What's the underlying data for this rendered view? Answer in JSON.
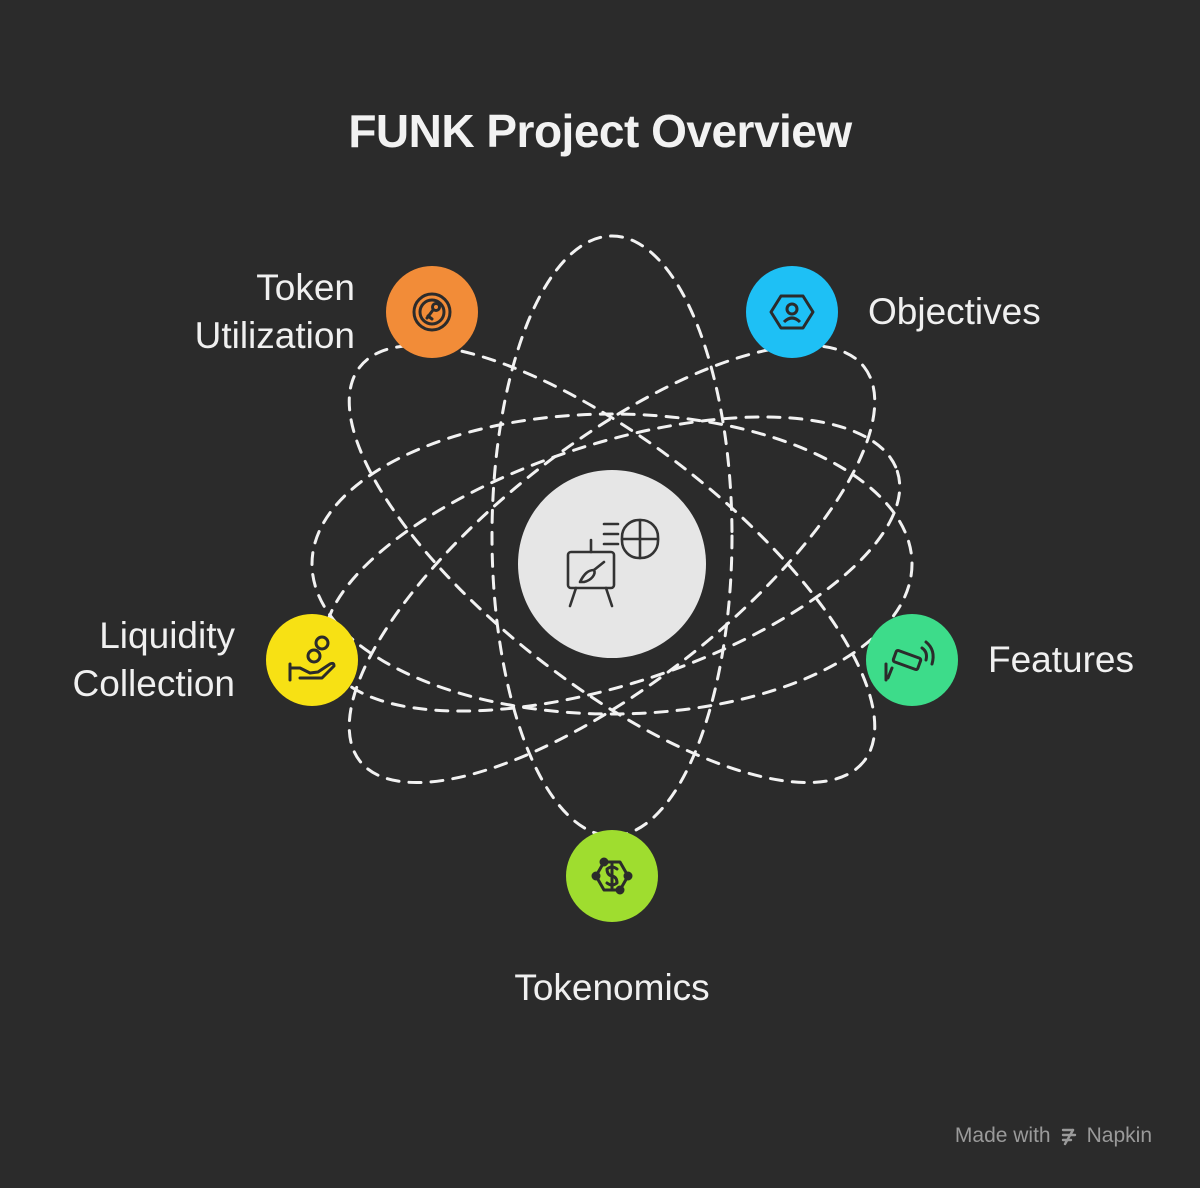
{
  "title": "FUNK Project Overview",
  "center": {
    "icon": "easel-paintbrush-and-mouse-icon",
    "color": "#e6e6e6"
  },
  "nodes": [
    {
      "id": "token-utilization",
      "lines": [
        "Token",
        "Utilization"
      ],
      "color": "#f28c38",
      "icon": "coin-key-icon"
    },
    {
      "id": "objectives",
      "lines": [
        "Objectives"
      ],
      "color": "#1ec0f5",
      "icon": "hexagon-user-icon"
    },
    {
      "id": "features",
      "lines": [
        "Features"
      ],
      "color": "#3ddc8a",
      "icon": "security-camera-icon"
    },
    {
      "id": "tokenomics",
      "lines": [
        "Tokenomics"
      ],
      "color": "#9fdd2f",
      "icon": "dollar-network-icon"
    },
    {
      "id": "liquidity-collection",
      "lines": [
        "Liquidity",
        "Collection"
      ],
      "color": "#f7e114",
      "icon": "hand-coins-icon"
    }
  ],
  "watermark": {
    "prefix": "Made with",
    "brand": "Napkin",
    "icon": "napkin-logo-icon"
  }
}
